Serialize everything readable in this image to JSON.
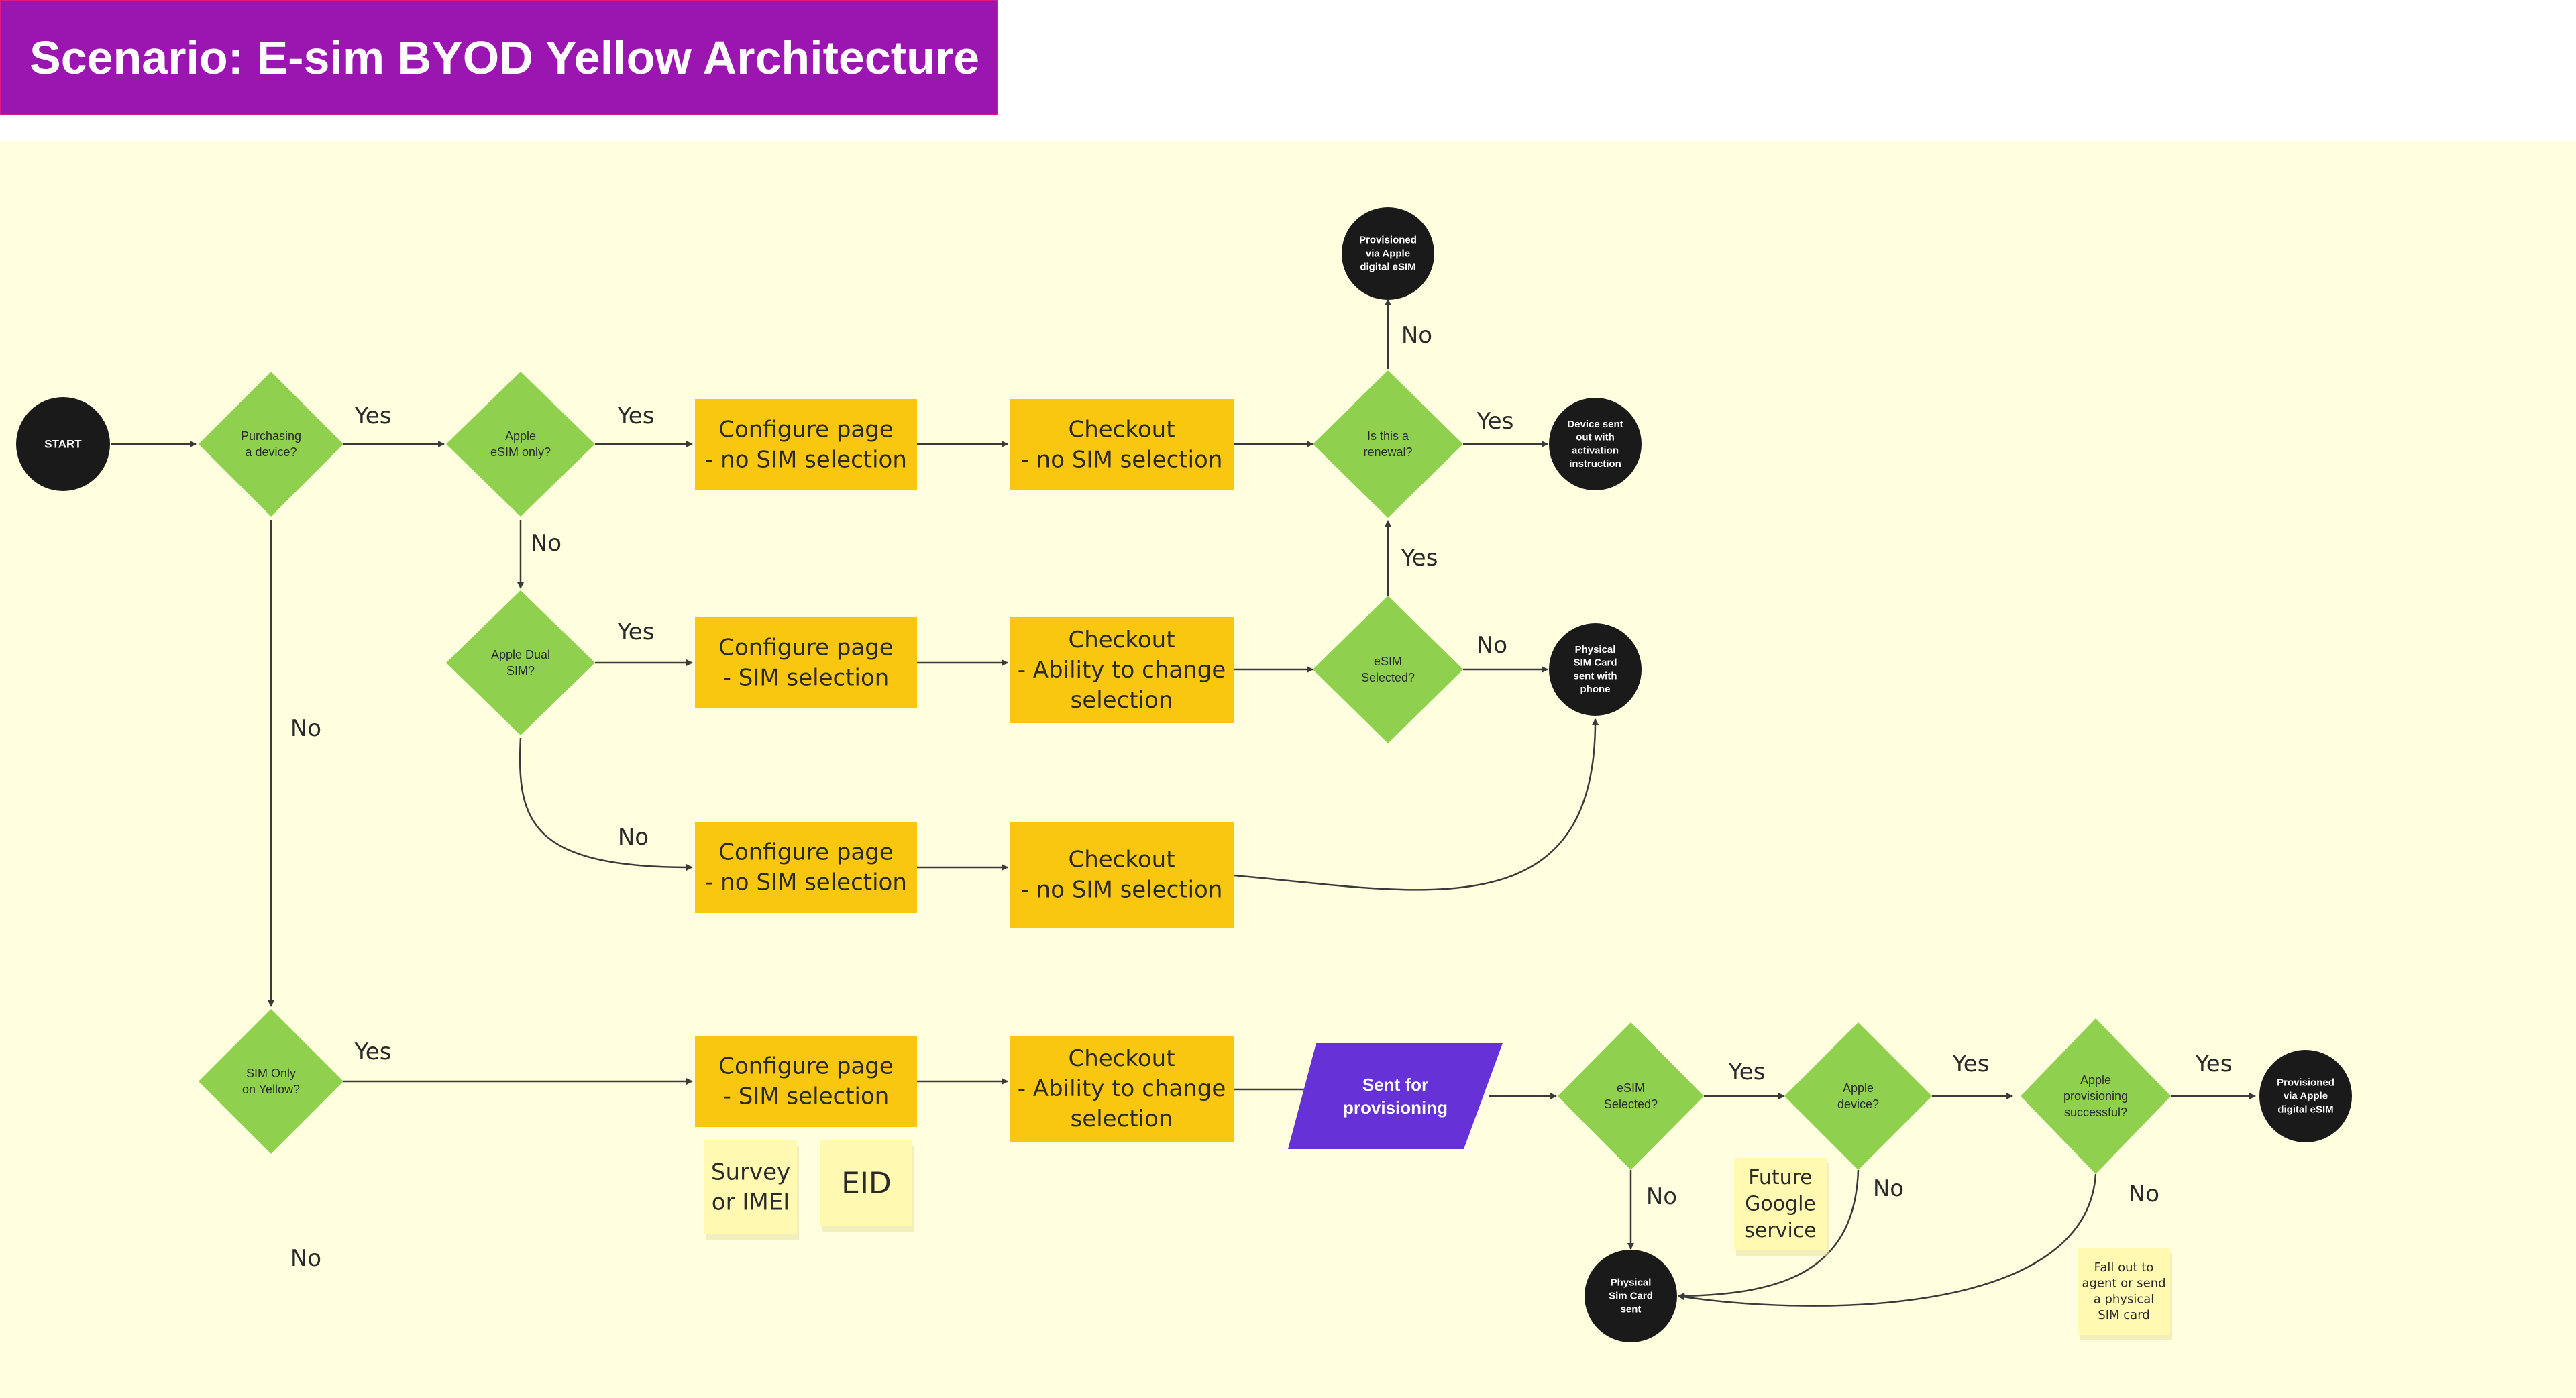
{
  "title": "Scenario: E-sim BYOD Yellow Architecture",
  "colors": {
    "banner": "#9b16b0",
    "board": "#ffffe0",
    "decision": "#8fd14f",
    "process": "#fac710",
    "terminal": "#1a1a1a",
    "provisioning": "#6631d7",
    "sticky": "#fff9b1"
  },
  "terminals": {
    "start": [
      "START"
    ],
    "provisioned_top": [
      "Provisioned",
      "via Apple",
      "digital eSIM"
    ],
    "device_sent": [
      "Device sent",
      "out with",
      "activation",
      "instruction"
    ],
    "physical_sim_phone": [
      "Physical",
      "SIM Card",
      "sent with",
      "phone"
    ],
    "physical_sim_sent": [
      "Physical",
      "Sim Card",
      "sent"
    ],
    "provisioned_bottom": [
      "Provisioned",
      "via Apple",
      "digital eSIM"
    ]
  },
  "decisions": {
    "purchasing": [
      "Purchasing",
      "a device?"
    ],
    "apple_esim_only": [
      "Apple",
      "eSIM only?"
    ],
    "apple_dual_sim": [
      "Apple Dual",
      "SIM?"
    ],
    "is_renewal": [
      "Is this a",
      "renewal?"
    ],
    "esim_selected_mid": [
      "eSIM",
      "Selected?"
    ],
    "sim_only": [
      "SIM Only",
      "on Yellow?"
    ],
    "esim_selected_bottom": [
      "eSIM",
      "Selected?"
    ],
    "apple_device": [
      "Apple",
      "device?"
    ],
    "apple_provisioning": [
      "Apple",
      "provisioning",
      "successful?"
    ]
  },
  "processes": {
    "configure_1": [
      "Configure page",
      "- no SIM selection"
    ],
    "checkout_1": [
      "Checkout",
      "- no SIM selection"
    ],
    "configure_2": [
      "Configure page",
      "- SIM selection"
    ],
    "checkout_2": [
      "Checkout",
      "- Ability to change",
      "selection"
    ],
    "configure_3": [
      "Configure page",
      "- no SIM selection"
    ],
    "checkout_3": [
      "Checkout",
      "- no SIM selection"
    ],
    "configure_4": [
      "Configure page",
      "- SIM selection"
    ],
    "checkout_4": [
      "Checkout",
      "- Ability to change",
      "selection"
    ]
  },
  "provisioning_step": [
    "Sent for",
    "provisioning"
  ],
  "stickies": {
    "survey": [
      "Survey",
      "or IMEI"
    ],
    "eid": [
      "EID"
    ],
    "future_google": [
      "Future",
      "Google",
      "service"
    ],
    "fall_out": [
      "Fall out to",
      "agent or send",
      "a physical",
      "SIM card"
    ]
  },
  "edge_labels": {
    "yes_purchasing": "Yes",
    "no_purchasing": "No",
    "yes_apple_esim": "Yes",
    "no_apple_esim": "No",
    "yes_dual": "Yes",
    "no_dual": "No",
    "no_renewal": "No",
    "yes_renewal": "Yes",
    "yes_esim_mid": "Yes",
    "no_esim_mid": "No",
    "yes_sim_only": "Yes",
    "no_sim_only": "No",
    "yes_esim_bottom": "Yes",
    "no_esim_bottom": "No",
    "yes_apple_device": "Yes",
    "no_apple_device": "No",
    "yes_provisioning": "Yes",
    "no_provisioning": "No"
  }
}
